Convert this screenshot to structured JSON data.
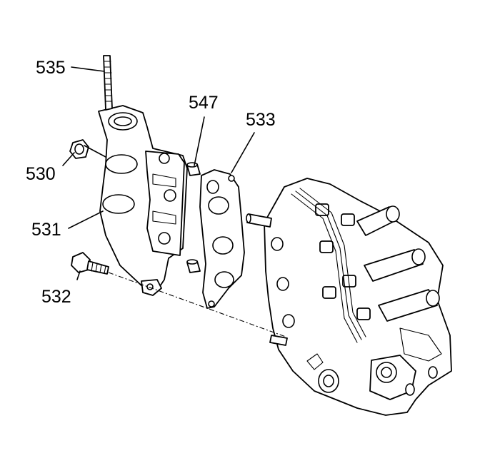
{
  "diagram": {
    "callouts": [
      {
        "id": "535",
        "label": "535",
        "part": "manifold-stud"
      },
      {
        "id": "547",
        "label": "547",
        "part": "dowel-pin"
      },
      {
        "id": "533",
        "label": "533",
        "part": "manifold-gasket"
      },
      {
        "id": "530",
        "label": "530",
        "part": "manifold-nut"
      },
      {
        "id": "531",
        "label": "531",
        "part": "exhaust-manifold"
      },
      {
        "id": "532",
        "label": "532",
        "part": "manifold-bolt"
      }
    ]
  }
}
